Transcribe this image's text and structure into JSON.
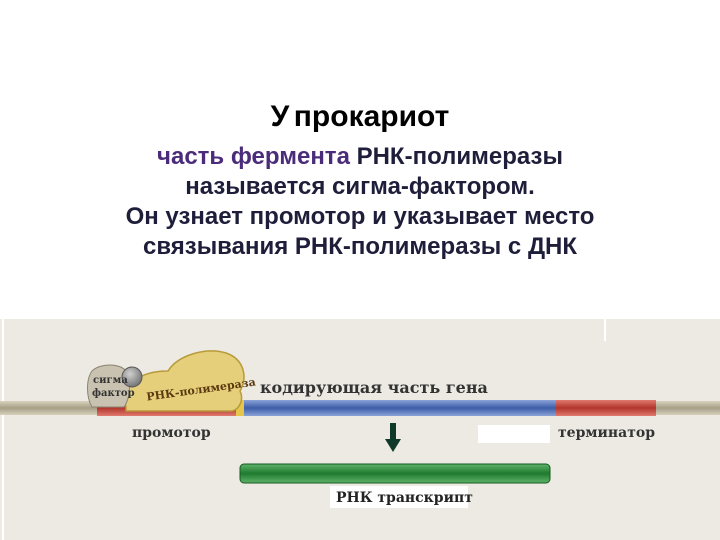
{
  "slide": {
    "title_lead": "У",
    "title_accent": "прокариот",
    "line1_a": "часть фермента",
    "line1_b": "РНК-полимеразы",
    "line2": "называется сигма-фактором.",
    "line3": "Он узнает промотор и указывает место",
    "line4": "связывания РНК-полимеразы с ДНК"
  },
  "diagram": {
    "sigma_label_1": "сигма",
    "sigma_label_2": "фактор",
    "polymerase_label": "РНК-полимераза",
    "coding_label": "кодирующая часть гена",
    "promoter_label": "промотор",
    "terminator_label": "терминатор",
    "transcript_label": "РНК транскрипт",
    "colors": {
      "promoter": "#c0392b",
      "coding": "#3d5da8",
      "terminator": "#c0392b",
      "transcript": "#1f7a2e",
      "polymerase": "#e6cf7a",
      "arrow": "#0f3a2a"
    }
  }
}
